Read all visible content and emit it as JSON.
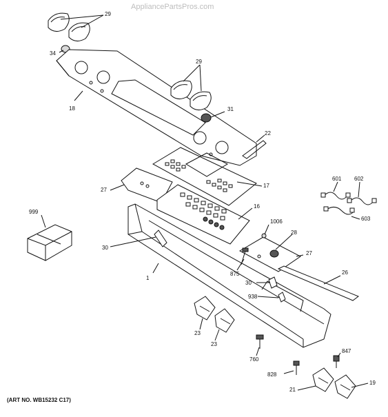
{
  "watermark": "AppliancePartsPros.com",
  "art_number": "(ART NO. WB15232 C17)",
  "labels": {
    "l29a": "29",
    "l34": "34",
    "l18": "18",
    "l29b": "29",
    "l31": "31",
    "l22": "22",
    "l27a": "27",
    "l17": "17",
    "l999": "999",
    "l16": "16",
    "l1006": "1006",
    "l30a": "30",
    "l28": "28",
    "l27b": "27",
    "l875": "875",
    "l1": "1",
    "l30b": "30",
    "l26": "26",
    "l938": "938",
    "l23a": "23",
    "l23b": "23",
    "l760": "760",
    "l847": "847",
    "l828": "828",
    "l21": "21",
    "l19": "19",
    "l601": "601",
    "l602": "602",
    "l603": "603"
  }
}
